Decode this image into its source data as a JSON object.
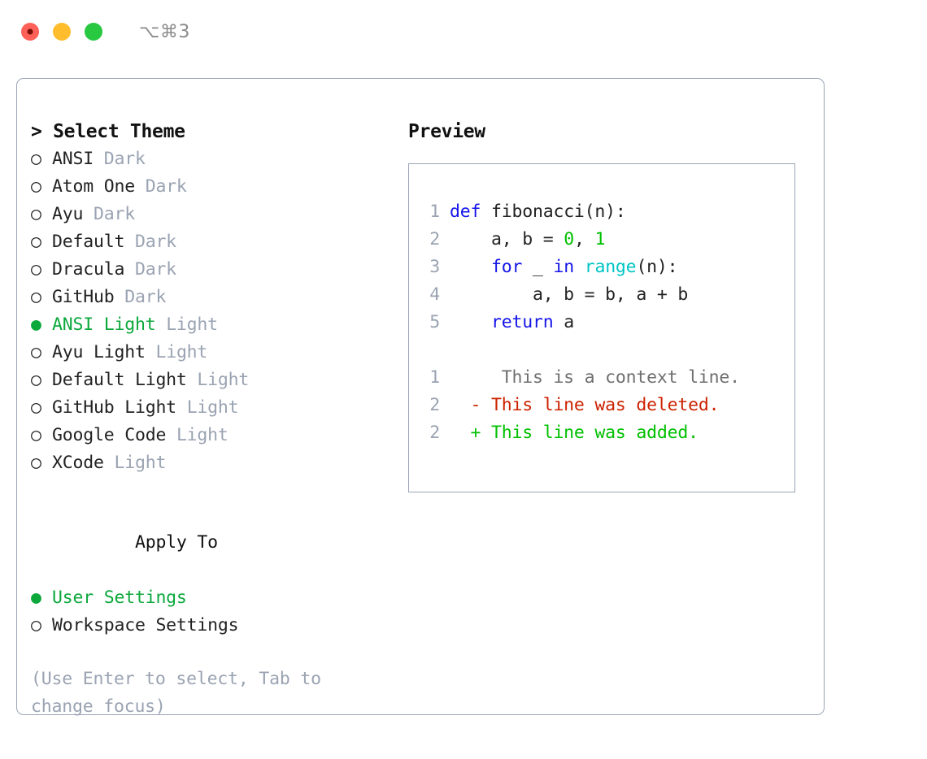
{
  "window": {
    "traffic_lights": [
      "close",
      "minimize",
      "maximize"
    ],
    "shortcut": "⌥⌘3"
  },
  "theme_picker": {
    "heading": "> Select Theme",
    "radio_unselected_glyph": "○",
    "radio_selected_glyph": "●",
    "accent_color": "#0CA83C",
    "muted_color": "#9aa3b2",
    "themes": [
      {
        "name": "ANSI",
        "tag": "Dark",
        "selected": false
      },
      {
        "name": "Atom One",
        "tag": "Dark",
        "selected": false
      },
      {
        "name": "Ayu",
        "tag": "Dark",
        "selected": false
      },
      {
        "name": "Default",
        "tag": "Dark",
        "selected": false
      },
      {
        "name": "Dracula",
        "tag": "Dark",
        "selected": false
      },
      {
        "name": "GitHub",
        "tag": "Dark",
        "selected": false
      },
      {
        "name": "ANSI Light",
        "tag": "Light",
        "selected": true
      },
      {
        "name": "Ayu Light",
        "tag": "Light",
        "selected": false
      },
      {
        "name": "Default Light",
        "tag": "Light",
        "selected": false
      },
      {
        "name": "GitHub Light",
        "tag": "Light",
        "selected": false
      },
      {
        "name": "Google Code",
        "tag": "Light",
        "selected": false
      },
      {
        "name": "XCode",
        "tag": "Light",
        "selected": false
      }
    ]
  },
  "apply_to": {
    "label": "Apply To",
    "options": [
      {
        "name": "User Settings",
        "selected": true
      },
      {
        "name": "Workspace Settings",
        "selected": false
      }
    ]
  },
  "hint": "(Use Enter to select, Tab to change focus)",
  "preview": {
    "title": "Preview",
    "code_lines": [
      {
        "n": "1",
        "tokens": [
          {
            "t": "def ",
            "c": "kw"
          },
          {
            "t": "fibonacci(n):",
            "c": "plain"
          }
        ]
      },
      {
        "n": "2",
        "tokens": [
          {
            "t": "    a, b = ",
            "c": "plain"
          },
          {
            "t": "0",
            "c": "num"
          },
          {
            "t": ", ",
            "c": "plain"
          },
          {
            "t": "1",
            "c": "num"
          }
        ]
      },
      {
        "n": "3",
        "tokens": [
          {
            "t": "    ",
            "c": "plain"
          },
          {
            "t": "for",
            "c": "kw"
          },
          {
            "t": " _ ",
            "c": "plain"
          },
          {
            "t": "in",
            "c": "kw"
          },
          {
            "t": " ",
            "c": "plain"
          },
          {
            "t": "range",
            "c": "fn"
          },
          {
            "t": "(n):",
            "c": "plain"
          }
        ]
      },
      {
        "n": "4",
        "tokens": [
          {
            "t": "        a, b = b, a + b",
            "c": "plain"
          }
        ]
      },
      {
        "n": "5",
        "tokens": [
          {
            "t": "    ",
            "c": "plain"
          },
          {
            "t": "return",
            "c": "kw"
          },
          {
            "t": " a",
            "c": "plain"
          }
        ]
      }
    ],
    "diff_lines": [
      {
        "n": "1",
        "marker": " ",
        "text": "  This is a context line.",
        "kind": "ctx"
      },
      {
        "n": "2",
        "marker": "-",
        "text": " This line was deleted.",
        "kind": "del"
      },
      {
        "n": "2",
        "marker": "+",
        "text": " This line was added.",
        "kind": "add"
      }
    ]
  }
}
